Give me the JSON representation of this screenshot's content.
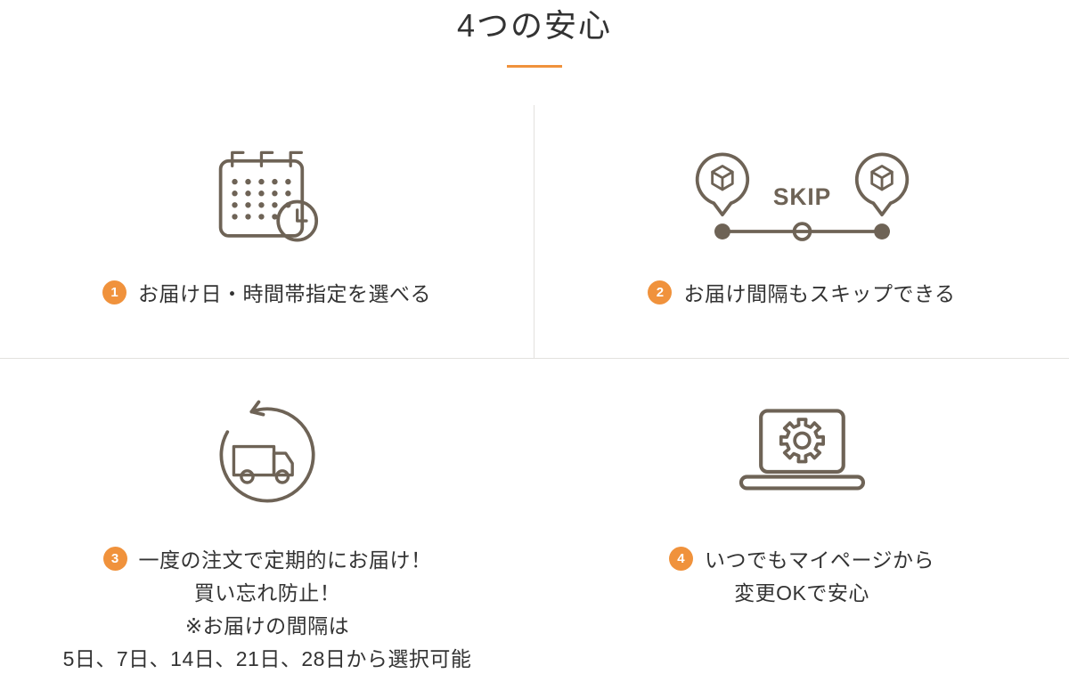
{
  "section": {
    "title": "4つの安心"
  },
  "colors": {
    "accent": "#f0923c",
    "icon": "#6e6356",
    "text": "#333333",
    "divider": "#e3e1de"
  },
  "features": [
    {
      "number": "1",
      "icon": "calendar-clock-icon",
      "lines": [
        "お届け日・時間帯指定を選べる"
      ]
    },
    {
      "number": "2",
      "icon": "skip-interval-icon",
      "skip_label": "SKIP",
      "lines": [
        "お届け間隔もスキップできる"
      ]
    },
    {
      "number": "3",
      "icon": "delivery-truck-repeat-icon",
      "lines": [
        "一度の注文で定期的にお届け！",
        "買い忘れ防止！",
        "※お届けの間隔は",
        "5日、7日、14日、21日、28日から選択可能"
      ]
    },
    {
      "number": "4",
      "icon": "laptop-settings-icon",
      "lines": [
        "いつでもマイページから",
        "変更OKで安心"
      ]
    }
  ]
}
